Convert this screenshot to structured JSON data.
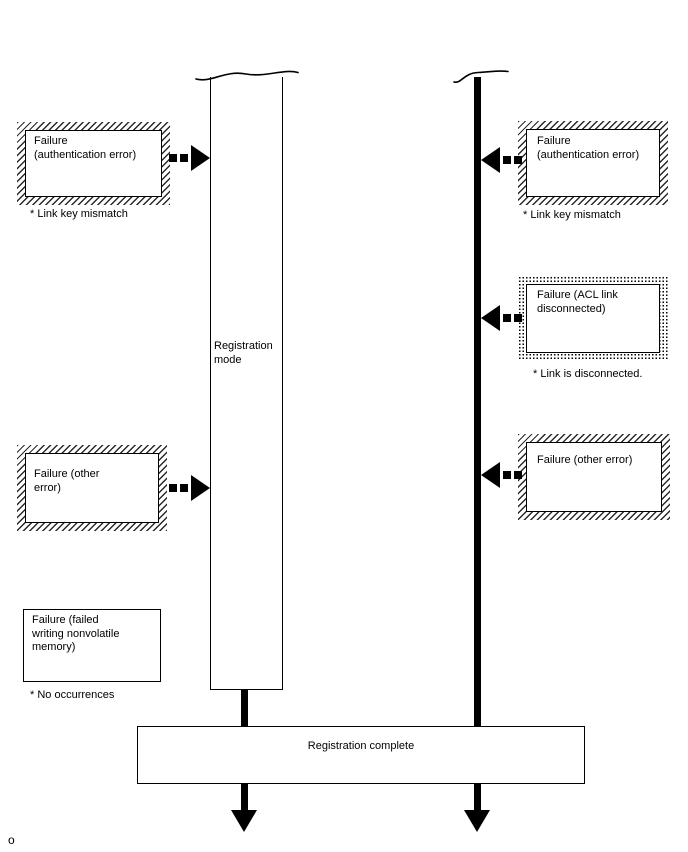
{
  "lifelines": {
    "registration_mode_label": "Registration mode",
    "registration_complete_label": "Registration complete"
  },
  "left_boxes": [
    {
      "label": "Failure\n(authentication error)",
      "note": "* Link key mismatch"
    },
    {
      "label": "Failure (other\nerror)"
    },
    {
      "label": "Failure (failed\nwriting nonvolatile\nmemory)",
      "note": "* No occurrences"
    }
  ],
  "right_boxes": [
    {
      "label": "Failure\n(authentication error)",
      "note": "* Link key mismatch"
    },
    {
      "label": "Failure (ACL link\ndisconnected)",
      "note": "* Link is disconnected."
    },
    {
      "label": "Failure (other error)"
    }
  ],
  "page": {
    "marker": "o"
  },
  "colors": {
    "line": "#000000",
    "background": "#ffffff"
  }
}
